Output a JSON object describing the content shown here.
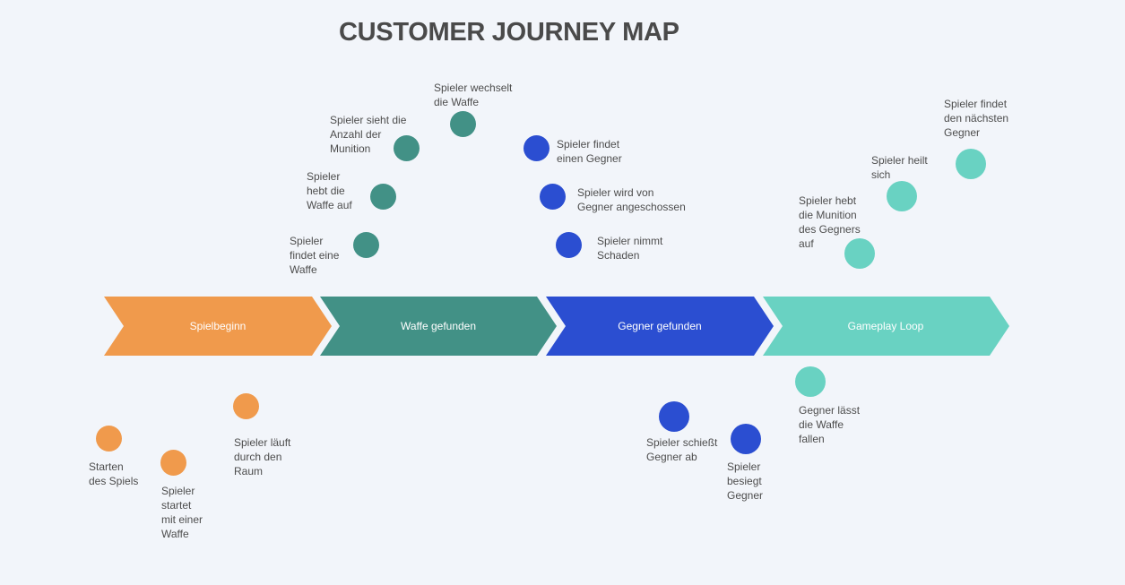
{
  "title": "CUSTOMER JOURNEY MAP",
  "colors": {
    "orange": "#f09a4c",
    "teal": "#429186",
    "blue": "#2b4ed1",
    "mint": "#69d2c2"
  },
  "stages": [
    {
      "label": "Spielbeginn"
    },
    {
      "label": "Waffe gefunden"
    },
    {
      "label": "Gegner gefunden"
    },
    {
      "label": "Gameplay Loop"
    }
  ],
  "touchpoints": {
    "t1": "Starten\ndes Spiels",
    "t2": "Spieler\nstartet\nmit einer\nWaffe",
    "t3": "Spieler läuft\ndurch den\nRaum",
    "t4": "Spieler\nfindet eine\nWaffe",
    "t5": "Spieler\nhebt die\nWaffe auf",
    "t6": "Spieler sieht die\nAnzahl der\nMunition",
    "t7": "Spieler wechselt\ndie Waffe",
    "t8": "Spieler findet\neinen Gegner",
    "t9": "Spieler wird von\nGegner angeschossen",
    "t10": "Spieler nimmt\nSchaden",
    "t11": "Spieler schießt\nGegner ab",
    "t12": "Spieler\nbesiegt\nGegner",
    "t13": "Spieler hebt\ndie Munition\ndes Gegners\nauf",
    "t14": "Spieler heilt\nsich",
    "t15": "Spieler findet\nden nächsten\nGegner",
    "t16": "Gegner lässt\ndie Waffe\nfallen"
  }
}
